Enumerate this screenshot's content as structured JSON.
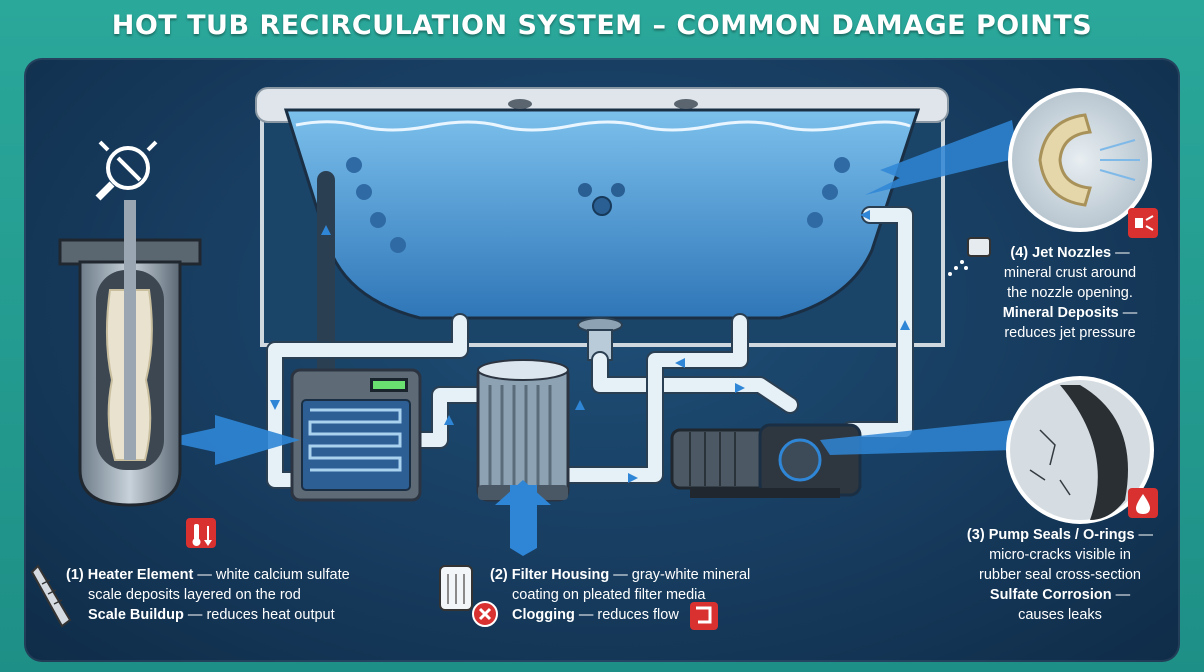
{
  "title": "HOT TUB RECIRCULATION SYSTEM – COMMON DAMAGE POINTS",
  "callouts": {
    "heater": {
      "number": "(1)",
      "name": "Heater Element",
      "desc_line1": " — white calcium sulfate",
      "desc_line2": "scale deposits layered on the rod",
      "effect_name": "Scale Buildup",
      "effect_desc": " — reduces heat output"
    },
    "filter": {
      "number": "(2)",
      "name": "Filter Housing",
      "desc_line1": " — gray-white mineral",
      "desc_line2": "coating on pleated filter media",
      "effect_name": "Clogging",
      "effect_desc": " — reduces flow"
    },
    "pump": {
      "number": "(3)",
      "name": "Pump Seals / O-rings",
      "desc_line1": " —",
      "desc_line2": "micro-cracks visible in",
      "desc_line3": "rubber seal cross-section",
      "effect_name": "Sulfate Corrosion",
      "effect_desc": " —",
      "effect_line2": "causes leaks"
    },
    "jets": {
      "number": "(4)",
      "name": "Jet Nozzles",
      "desc_line1": " —",
      "desc_line2": "mineral crust around",
      "desc_line3": "the nozzle opening.",
      "effect_name": "Mineral Deposits",
      "effect_desc": " —",
      "effect_line2": "reduces jet pressure"
    }
  },
  "colors": {
    "accent_arrow": "#2f86d6",
    "water": "#3f8fd0",
    "panel": "#163a5c",
    "header_bg": "#2aa89a",
    "warning": "#d93030"
  },
  "icons": [
    "magnifier-icon",
    "thermometer-warning-icon",
    "filter-clog-icon",
    "pipe-clog-icon",
    "water-drop-warning-icon",
    "jet-warning-icon",
    "nozzle-spray-icon",
    "heater-rod-icon",
    "filter-cartridge-icon"
  ]
}
